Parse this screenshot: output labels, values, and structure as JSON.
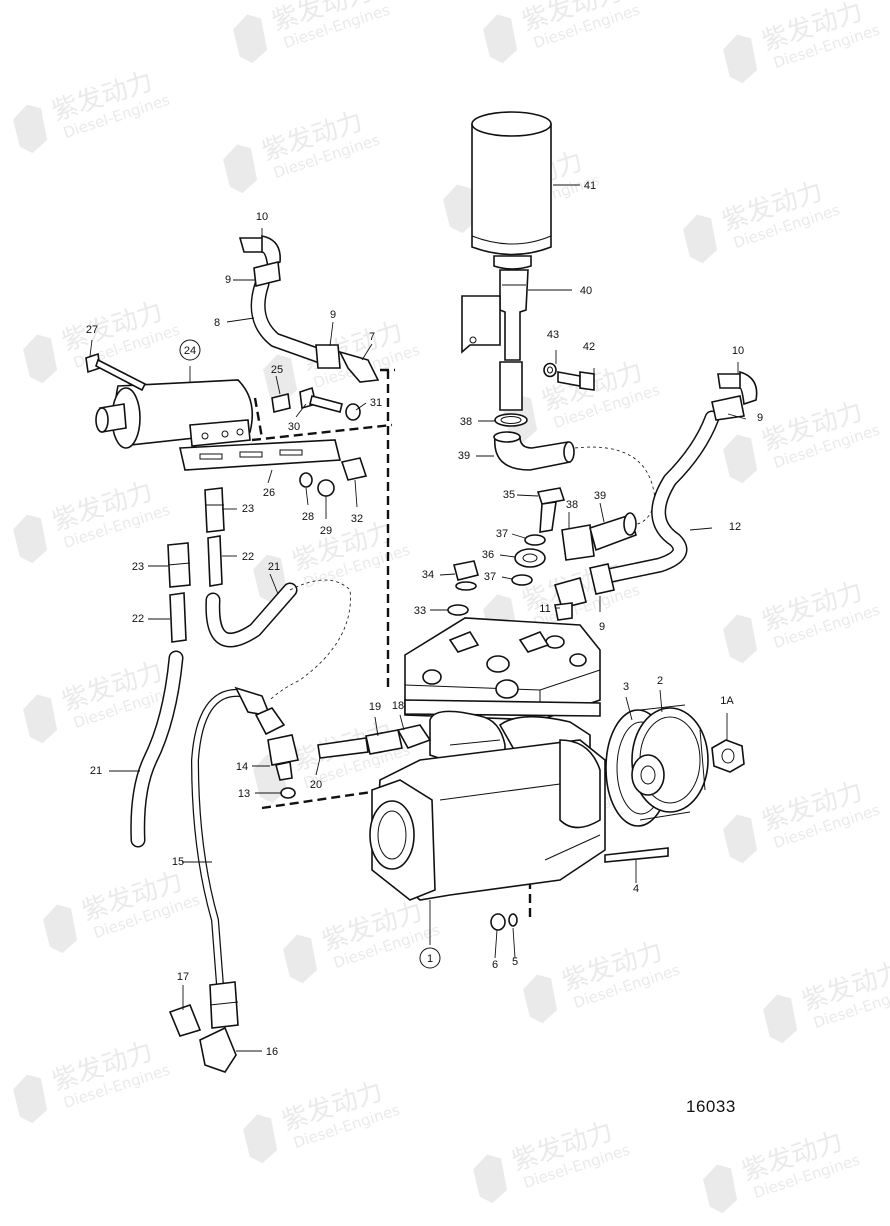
{
  "drawing_number": "16033",
  "watermark": {
    "brand_cn": "紫发动力",
    "brand_en": "Diesel-Engines"
  },
  "callouts": [
    {
      "id": "c1",
      "text": "1",
      "circled": true
    },
    {
      "id": "c2",
      "text": "2"
    },
    {
      "id": "c3",
      "text": "3"
    },
    {
      "id": "c1a",
      "text": "1A"
    },
    {
      "id": "c4",
      "text": "4"
    },
    {
      "id": "c5",
      "text": "5"
    },
    {
      "id": "c6",
      "text": "6"
    },
    {
      "id": "c7",
      "text": "7"
    },
    {
      "id": "c8",
      "text": "8"
    },
    {
      "id": "c9a",
      "text": "9"
    },
    {
      "id": "c9b",
      "text": "9"
    },
    {
      "id": "c9c",
      "text": "9"
    },
    {
      "id": "c9d",
      "text": "9"
    },
    {
      "id": "c10a",
      "text": "10"
    },
    {
      "id": "c10b",
      "text": "10"
    },
    {
      "id": "c11",
      "text": "11"
    },
    {
      "id": "c12",
      "text": "12"
    },
    {
      "id": "c13",
      "text": "13"
    },
    {
      "id": "c14",
      "text": "14"
    },
    {
      "id": "c15",
      "text": "15"
    },
    {
      "id": "c16",
      "text": "16"
    },
    {
      "id": "c17",
      "text": "17"
    },
    {
      "id": "c18",
      "text": "18"
    },
    {
      "id": "c19",
      "text": "19"
    },
    {
      "id": "c20",
      "text": "20"
    },
    {
      "id": "c21a",
      "text": "21"
    },
    {
      "id": "c21b",
      "text": "21"
    },
    {
      "id": "c22a",
      "text": "22"
    },
    {
      "id": "c22b",
      "text": "22"
    },
    {
      "id": "c23a",
      "text": "23"
    },
    {
      "id": "c23b",
      "text": "23"
    },
    {
      "id": "c24",
      "text": "24",
      "circled": true
    },
    {
      "id": "c25",
      "text": "25"
    },
    {
      "id": "c26",
      "text": "26"
    },
    {
      "id": "c27",
      "text": "27"
    },
    {
      "id": "c28",
      "text": "28"
    },
    {
      "id": "c29",
      "text": "29"
    },
    {
      "id": "c30",
      "text": "30"
    },
    {
      "id": "c31",
      "text": "31"
    },
    {
      "id": "c32",
      "text": "32"
    },
    {
      "id": "c33",
      "text": "33"
    },
    {
      "id": "c34",
      "text": "34"
    },
    {
      "id": "c35",
      "text": "35"
    },
    {
      "id": "c36",
      "text": "36"
    },
    {
      "id": "c37a",
      "text": "37"
    },
    {
      "id": "c37b",
      "text": "37"
    },
    {
      "id": "c38a",
      "text": "38"
    },
    {
      "id": "c38b",
      "text": "38"
    },
    {
      "id": "c39a",
      "text": "39"
    },
    {
      "id": "c39b",
      "text": "39"
    },
    {
      "id": "c40",
      "text": "40"
    },
    {
      "id": "c41",
      "text": "41"
    },
    {
      "id": "c42",
      "text": "42"
    },
    {
      "id": "c43",
      "text": "43"
    }
  ]
}
